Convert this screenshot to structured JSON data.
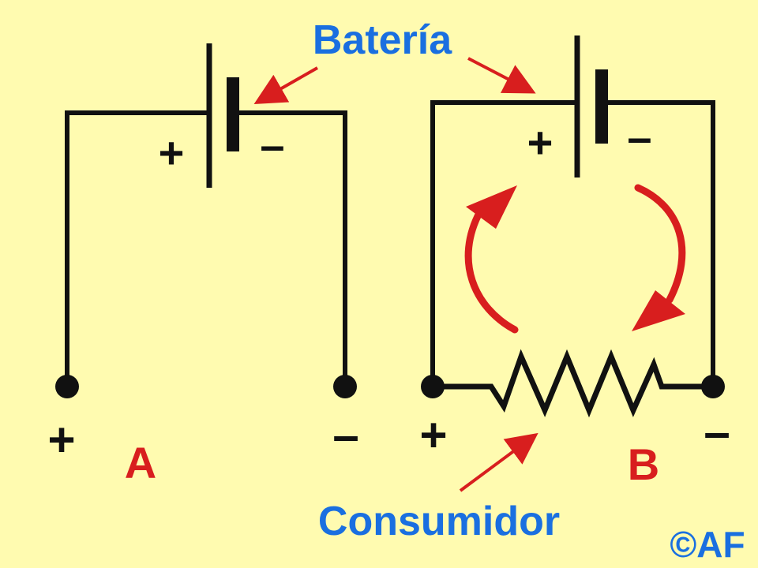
{
  "labels": {
    "battery": "Batería",
    "consumer": "Consumidor",
    "circuit_a": "A",
    "circuit_b": "B",
    "copyright": "©AF"
  },
  "circuit_a": {
    "battery_plus": "+",
    "battery_minus": "–",
    "terminal_plus": "+",
    "terminal_minus": "–"
  },
  "circuit_b": {
    "battery_plus": "+",
    "battery_minus": "–",
    "terminal_plus": "+",
    "terminal_minus": "–"
  },
  "colors": {
    "background": "#fffbb0",
    "wire": "#111111",
    "label_blue": "#1a6fe0",
    "accent_red": "#d81e1e"
  }
}
